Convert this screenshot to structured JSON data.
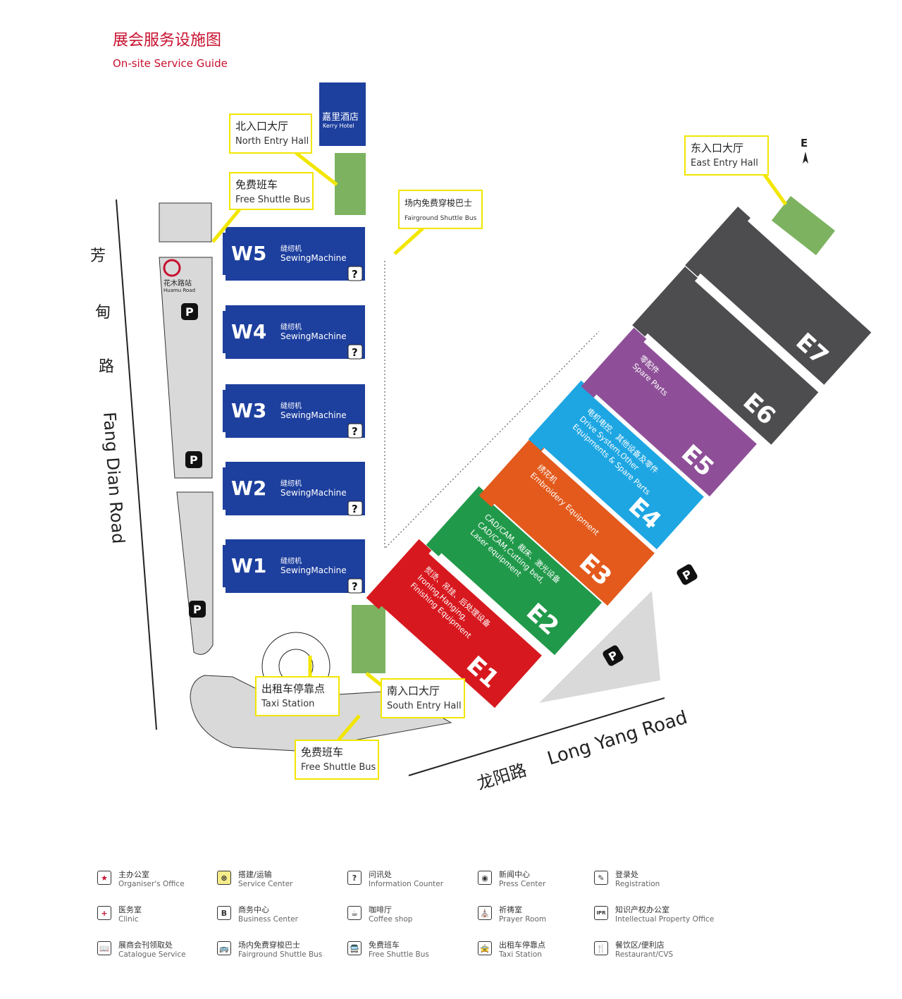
{
  "title": {
    "zh": "展会服务设施图",
    "en": "On-site Service Guide"
  },
  "colors": {
    "accent": "#c8102e",
    "west": "#1d3f9e",
    "e1": "#d7191f",
    "e2": "#21994a",
    "e3": "#e35a1c",
    "e4": "#1ea6e3",
    "e5": "#8e4f98",
    "e6": "#4d4d4f",
    "entry": "#7db360",
    "callout": "#f2e600"
  },
  "hotel": {
    "zh": "嘉里酒店",
    "en": "Kerry Hotel"
  },
  "callouts": {
    "north": {
      "zh": "北入口大厅",
      "en": "North Entry Hall"
    },
    "bus_north": {
      "zh": "免费班车",
      "en": "Free Shuttle Bus"
    },
    "fairground": {
      "zh": "场内免费穿梭巴士",
      "en": "Fairground Shuttle Bus"
    },
    "east": {
      "zh": "东入口大厅",
      "en": "East Entry Hall"
    },
    "taxi": {
      "zh": "出租车停靠点",
      "en": "Taxi Station"
    },
    "south": {
      "zh": "南入口大厅",
      "en": "South Entry Hall"
    },
    "bus_south": {
      "zh": "免费班车",
      "en": "Free Shuttle Bus"
    }
  },
  "metro": {
    "zh": "花木路站",
    "en": "Huamu Road"
  },
  "compass": "E",
  "parking": "P",
  "roads": {
    "fangdian_zh": [
      "芳",
      "甸",
      "路"
    ],
    "fangdian_en": "Fang Dian Road",
    "longyang_zh": "龙阳路",
    "longyang_en": "Long Yang Road"
  },
  "west_halls": [
    {
      "id": "W5",
      "zh": "缝纫机",
      "en": "SewingMachine"
    },
    {
      "id": "W4",
      "zh": "缝纫机",
      "en": "SewingMachine"
    },
    {
      "id": "W3",
      "zh": "缝纫机",
      "en": "SewingMachine"
    },
    {
      "id": "W2",
      "zh": "缝纫机",
      "en": "SewingMachine"
    },
    {
      "id": "W1",
      "zh": "缝纫机",
      "en": "SewingMachine"
    }
  ],
  "east_halls": [
    {
      "id": "E1",
      "zh": "熨烫、吊挂、后处理设备",
      "en1": "Ironing,Hanging,",
      "en2": "Finishing Equipment"
    },
    {
      "id": "E2",
      "zh": "CAD/CAM、裁床、激光设备",
      "en1": "CAD/CAM,Cutting bed,",
      "en2": "Laser equipment"
    },
    {
      "id": "E3",
      "zh": "绣花机",
      "en1": "Embroidery Equipment",
      "en2": ""
    },
    {
      "id": "E4",
      "zh": "电机电控、其他设备及零件",
      "en1": "Drive System,Other",
      "en2": "Equipments & Spare Parts"
    },
    {
      "id": "E5",
      "zh": "零配件",
      "en1": "Spare Parts",
      "en2": ""
    },
    {
      "id": "E6",
      "zh": "",
      "en1": "",
      "en2": ""
    },
    {
      "id": "E7",
      "zh": "",
      "en1": "",
      "en2": ""
    }
  ],
  "legend": [
    {
      "icon": "star-icon",
      "glyph": "★",
      "zh": "主办公室",
      "en": "Organiser's Office"
    },
    {
      "icon": "service-center-icon",
      "glyph": "⊗",
      "zh": "搭建/运输",
      "en": "Service Center"
    },
    {
      "icon": "info-icon",
      "glyph": "?",
      "zh": "问讯处",
      "en": "Information Counter"
    },
    {
      "icon": "press-icon",
      "glyph": "◉",
      "zh": "新闻中心",
      "en": "Press Center"
    },
    {
      "icon": "registration-icon",
      "glyph": "✎",
      "zh": "登录处",
      "en": "Registration"
    },
    {
      "icon": "clinic-icon",
      "glyph": "+",
      "zh": "医务室",
      "en": "Clinic"
    },
    {
      "icon": "business-icon",
      "glyph": "B",
      "zh": "商务中心",
      "en": "Business Center"
    },
    {
      "icon": "coffee-icon",
      "glyph": "☕",
      "zh": "咖啡厅",
      "en": "Coffee shop"
    },
    {
      "icon": "prayer-icon",
      "glyph": "⛪",
      "zh": "祈祷室",
      "en": "Prayer Room"
    },
    {
      "icon": "ipr-icon",
      "glyph": "IPR",
      "zh": "知识产权办公室",
      "en": "Intellectual Property Office"
    },
    {
      "icon": "catalogue-icon",
      "glyph": "📖",
      "zh": "展商会刊领取处",
      "en": "Catalogue Service"
    },
    {
      "icon": "fairground-bus-icon",
      "glyph": "🚌",
      "zh": "场内免费穿梭巴士",
      "en": "Fairground Shuttle Bus"
    },
    {
      "icon": "bus-icon",
      "glyph": "🚍",
      "zh": "免费班车",
      "en": "Free Shuttle Bus"
    },
    {
      "icon": "taxi-icon",
      "glyph": "🚖",
      "zh": "出租车停靠点",
      "en": "Taxi Station"
    },
    {
      "icon": "restaurant-icon",
      "glyph": "🍴",
      "zh": "餐饮区/便利店",
      "en": "Restaurant/CVS"
    }
  ]
}
